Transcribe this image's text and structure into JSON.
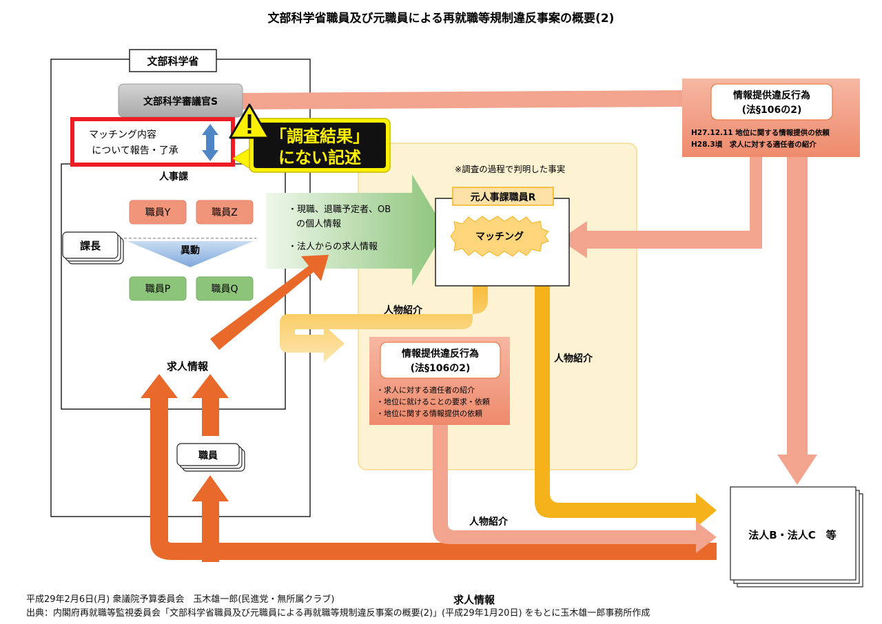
{
  "title": "文部科学省職員及び元職員による再就職等規制違反事案の概要(2)",
  "ministry": {
    "label": "文部科学省",
    "councillor_s": "文部科学審議官S",
    "report_box": {
      "line1": "マッチング内容",
      "line2": "について報告・了承"
    },
    "personnel_division": "人事課",
    "staff_y": "職員Y",
    "staff_z": "職員Z",
    "section_chief": "課長",
    "transfer": "異動",
    "staff_p": "職員P",
    "staff_q": "職員Q",
    "job_info": "求人情報",
    "staff": "職員"
  },
  "warning_callout": {
    "line1": "「調査結果」",
    "line2": "にない記述"
  },
  "investigation_note": "※調査の過程で判明した事実",
  "info_arrow": {
    "item1_line1": "・現職、退職予定者、OB",
    "item1_line2": "の個人情報",
    "item2": "・法人からの求人情報"
  },
  "former_r": {
    "label": "元人事課職員R",
    "matching": "マッチング"
  },
  "violation_top": {
    "title": "情報提供違反行為",
    "law": "(法§106の2)",
    "item1": "H27.12.11 地位に関する情報提供の依頼",
    "item2": "H28.3頃　求人に対する適任者の紹介"
  },
  "violation_mid": {
    "title": "情報提供違反行為",
    "law": "(法§106の2)",
    "item1": "・求人に対する適任者の紹介",
    "item2": "・地位に就けることの要求・依頼",
    "item3": "・地位に関する情報提供の依頼"
  },
  "referral_labels": {
    "a": "人物紹介",
    "b": "人物紹介",
    "c": "人物紹介"
  },
  "corporations": "法人B・法人C　等",
  "bottom_job_info": "求人情報",
  "footer": {
    "line1": "平成29年2月6日(月) 衆議院予算委員会　玉木雄一郎(民進党・無所属クラブ)",
    "line2": "出典：内閣府再就職等監視委員会「文部科学省職員及び元職員による再就職等規制違反事案の概要(2)」(平成29年1月20日) をもとに玉木雄一郎事務所作成"
  },
  "colors": {
    "dark_orange": "#e8692a",
    "salmon": "#f2a48e",
    "gold": "#f5b21a",
    "pale_yellow": "#fdf2d2",
    "green": "#8cc47a",
    "red": "#ee1c25",
    "callout_yellow": "#fff200"
  }
}
